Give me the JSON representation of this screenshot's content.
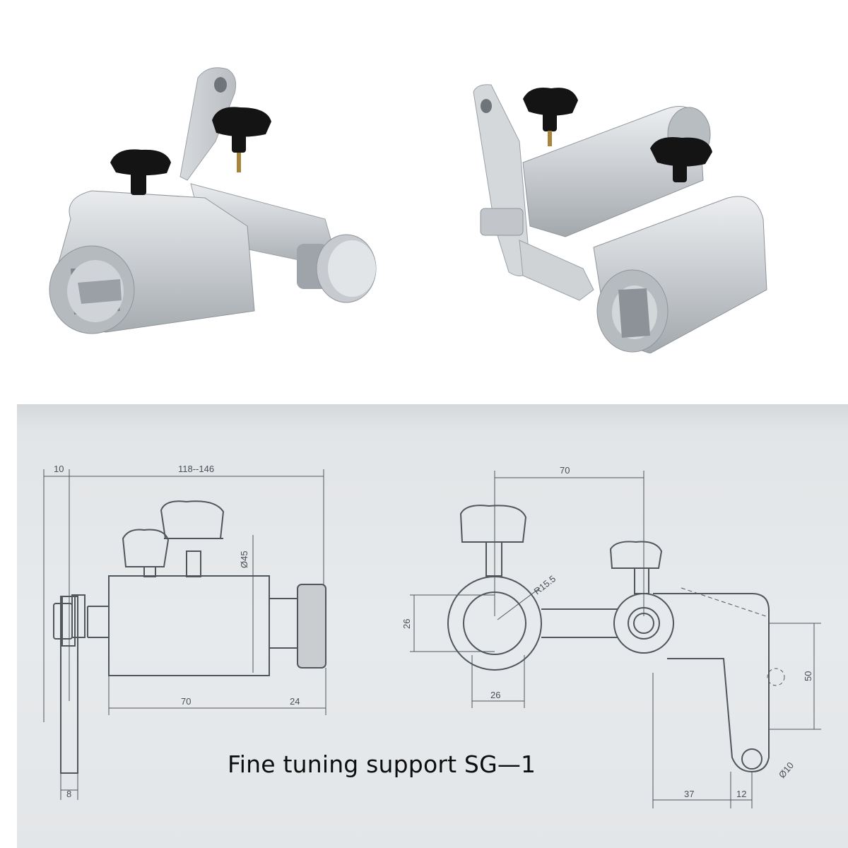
{
  "caption": "Fine tuning support  SG—1",
  "dimensions": {
    "side_view": {
      "offset": "10",
      "length_range": "118--146",
      "diameter": "Ø45",
      "body_length": "70",
      "knob_length": "24",
      "lever_width": "8"
    },
    "front_view": {
      "center_distance": "70",
      "radius": "R15.5",
      "bore_height": "26",
      "bore_width": "26",
      "arm_height": "50",
      "hole_diameter": "Ø10",
      "arm_offset": "37",
      "arm_tip": "12"
    }
  },
  "colors": {
    "metal_light": "#e4e6e8",
    "metal_mid": "#c2c6ca",
    "metal_dark": "#8f959b",
    "knob_black": "#141414",
    "drawing_bg": "#e6e9eb",
    "line": "#50565c"
  }
}
